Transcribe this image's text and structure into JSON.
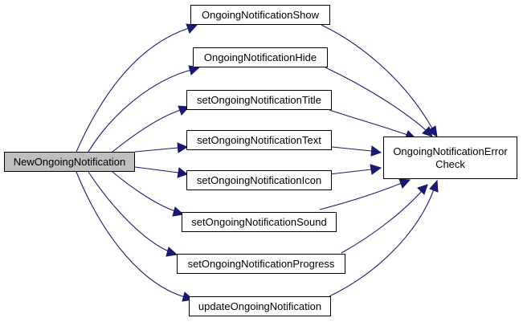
{
  "diagram": {
    "root": "NewOngoingNotification",
    "middle": [
      "OngoingNotificationShow",
      "OngoingNotificationHide",
      "setOngoingNotificationTitle",
      "setOngoingNotificationText",
      "setOngoingNotificationIcon",
      "setOngoingNotificationSound",
      "setOngoingNotificationProgress",
      "updateOngoingNotification"
    ],
    "target": "OngoingNotificationError Check"
  },
  "colors": {
    "edge": "#191970",
    "root_fill": "#bfbfbf",
    "node_fill": "#ffffff"
  }
}
